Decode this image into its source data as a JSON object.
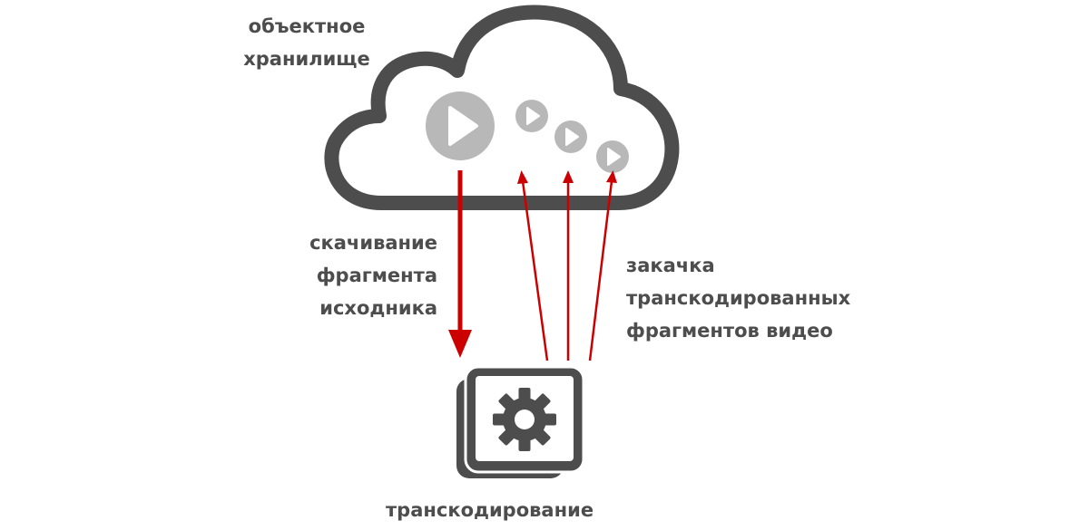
{
  "labels": {
    "storage": [
      "объектное",
      "хранилище"
    ],
    "download": [
      "скачивание",
      "фрагмента",
      "исходника"
    ],
    "upload": [
      "закачка",
      "транскодированных",
      "фрагментов видео"
    ],
    "transcode": "транскодирование"
  },
  "colors": {
    "outline": "#4d4d4d",
    "play_fill": "#b8b8b8",
    "arrow": "#cc0000",
    "text": "#4d4d4d"
  },
  "icons": {
    "storage": "cloud-icon",
    "source_video": "play-icon",
    "fragments": "play-icon",
    "transcoder": "gear-icon"
  }
}
